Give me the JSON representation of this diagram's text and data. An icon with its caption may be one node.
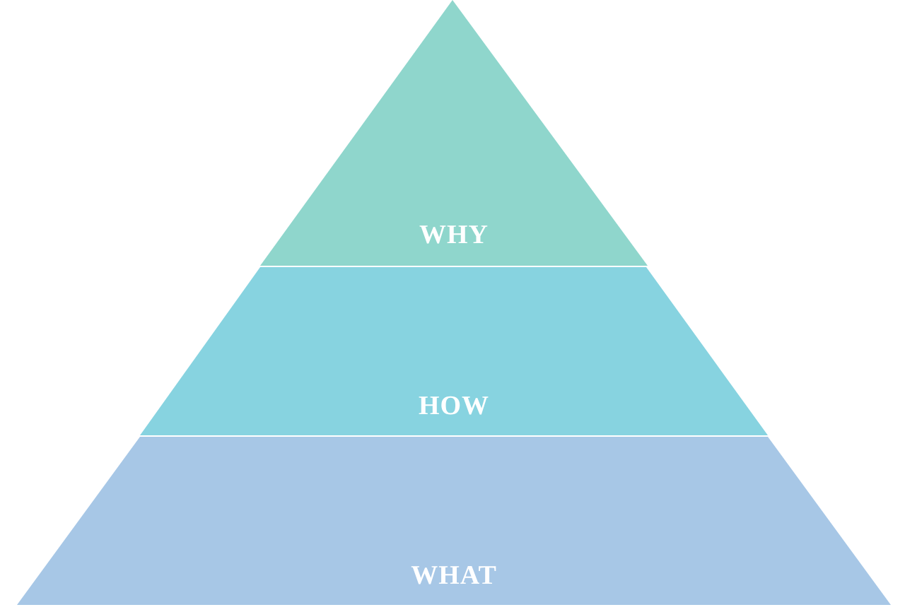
{
  "diagram": {
    "nodes": [
      {
        "text": [
          "WHY"
        ]
      },
      {
        "text": [
          "HOW"
        ]
      },
      {
        "text": [
          "WHAT"
        ]
      }
    ]
  }
}
